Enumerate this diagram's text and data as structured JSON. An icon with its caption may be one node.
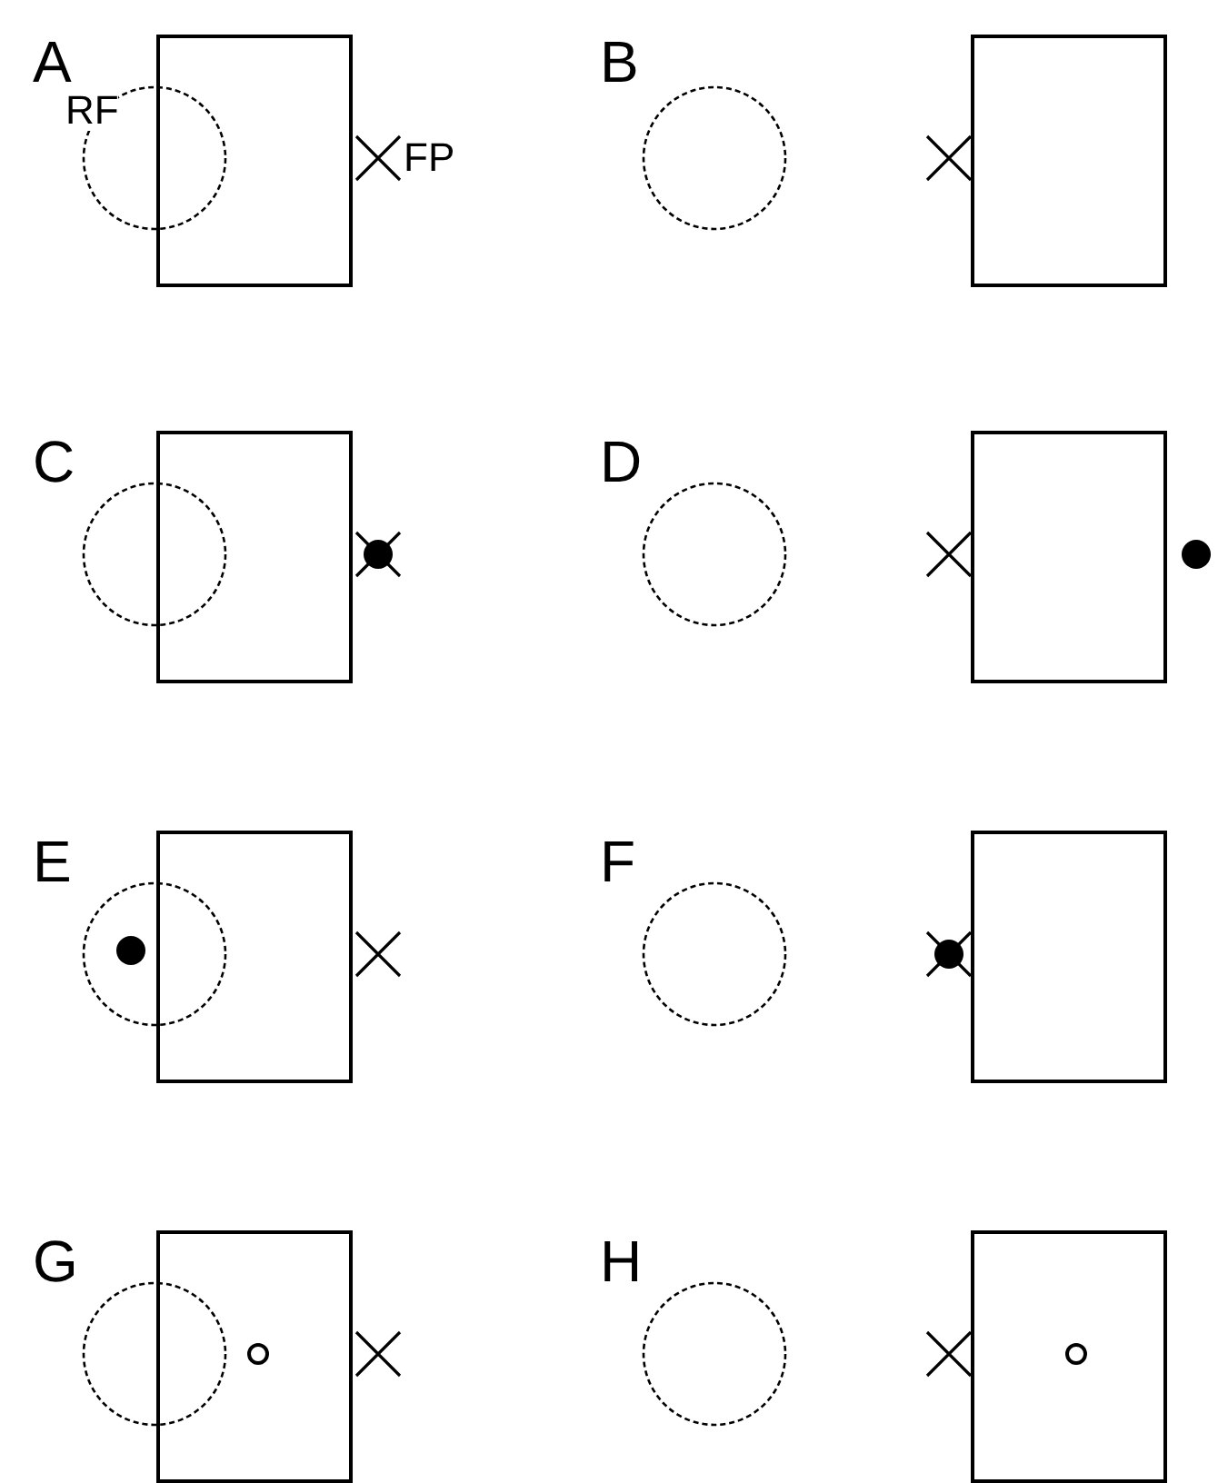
{
  "diagram": {
    "labels": [
      "A",
      "B",
      "RF",
      "FP",
      "C",
      "D",
      "E",
      "F",
      "G",
      "H"
    ]
  }
}
